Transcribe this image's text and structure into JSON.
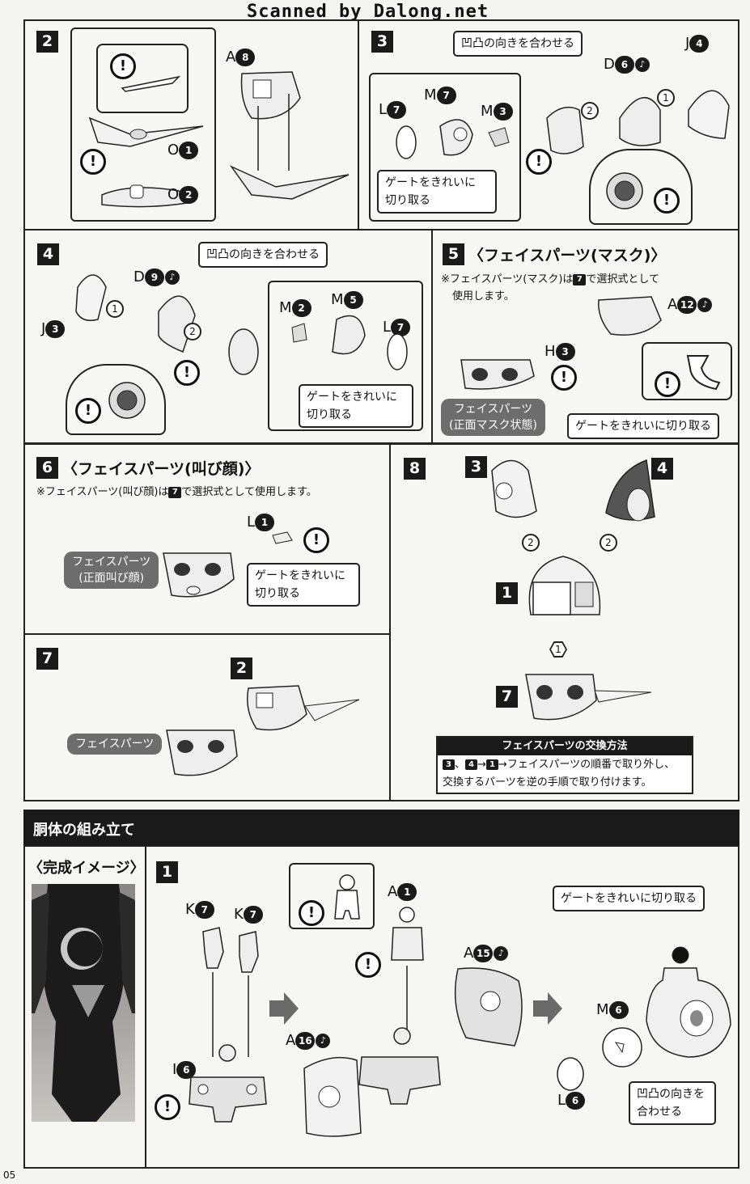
{
  "watermark": "Scanned by Dalong.net",
  "page_number": "05",
  "common": {
    "gate_clean": "ゲートをきれいに切り取る",
    "gate_clean_l1": "ゲートをきれいに",
    "gate_clean_l2": "切り取る",
    "align_bumps": "凹凸の向きを合わせる",
    "align_l1": "凹凸の向きを",
    "align_l2": "合わせる",
    "warn": "!"
  },
  "step2": {
    "num": "2",
    "parts": {
      "a": "A",
      "a_n": "8",
      "o1": "O",
      "o1_n": "1",
      "o2": "O",
      "o2_n": "2"
    }
  },
  "step3": {
    "num": "3",
    "parts": {
      "l": "L",
      "l_n": "7",
      "m7": "M",
      "m7_n": "7",
      "m3": "M",
      "m3_n": "3",
      "d": "D",
      "d_n": "6",
      "j": "J",
      "j_n": "4"
    },
    "c1": "1",
    "c2": "2"
  },
  "step4": {
    "num": "4",
    "parts": {
      "d": "D",
      "d_n": "9",
      "j": "J",
      "j_n": "3",
      "m2": "M",
      "m2_n": "2",
      "m5": "M",
      "m5_n": "5",
      "l": "L",
      "l_n": "7"
    },
    "c1": "1",
    "c2": "2"
  },
  "step5": {
    "num": "5",
    "title": "〈フェイスパーツ(マスク)〉",
    "note_l1": "※フェイスパーツ(マスク)は",
    "note_ref": "7",
    "note_l1b": "で選択式として",
    "note_l2": "使用します。",
    "parts": {
      "a": "A",
      "a_n": "12",
      "h": "H",
      "h_n": "3"
    },
    "pill_l1": "フェイスパーツ",
    "pill_l2": "(正面マスク状態)"
  },
  "step6": {
    "num": "6",
    "title": "〈フェイスパーツ(叫び顔)〉",
    "note_a": "※フェイスパーツ(叫び顔)は",
    "note_ref": "7",
    "note_b": "で選択式として使用します。",
    "parts": {
      "l": "L",
      "l_n": "1"
    },
    "pill_l1": "フェイスパーツ",
    "pill_l2": "(正面叫び顔)"
  },
  "step7": {
    "num": "7",
    "ref": "2",
    "pill": "フェイスパーツ"
  },
  "step8": {
    "num": "8",
    "refs": {
      "r3": "3",
      "r4": "4",
      "r1": "1",
      "r7": "7"
    },
    "c2a": "2",
    "c2b": "2",
    "h1": "1",
    "exchange_title": "フェイスパーツの交換方法",
    "exchange_r3": "3",
    "exchange_sep": "、",
    "exchange_r4": "4",
    "exchange_arrow": "→",
    "exchange_r1": "1",
    "exchange_l1": "→フェイスパーツの順番で取り外し、",
    "exchange_l2": "交換するパーツを逆の手順で取り付けます。"
  },
  "torso": {
    "header": "胴体の組み立て",
    "complete_image": "〈完成イメージ〉",
    "step_num": "1",
    "parts": {
      "k1": "K",
      "k1_n": "7",
      "k2": "K",
      "k2_n": "7",
      "i": "I",
      "i_n": "6",
      "a1": "A",
      "a1_n": "1",
      "a15": "A",
      "a15_n": "15",
      "a16": "A",
      "a16_n": "16",
      "m6": "M",
      "m6_n": "6",
      "l6": "L",
      "l6_n": "6"
    }
  }
}
